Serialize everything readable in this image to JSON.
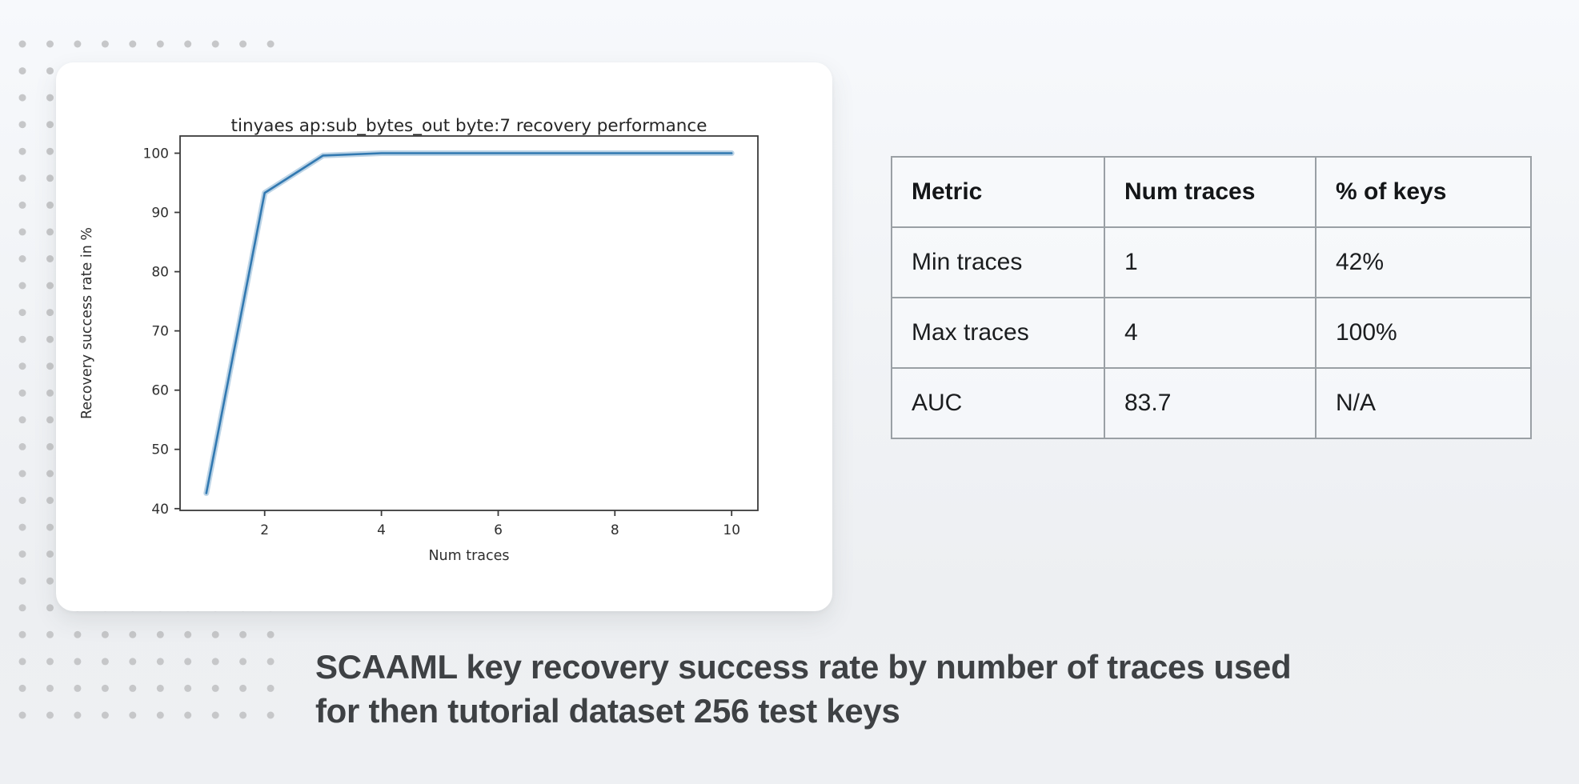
{
  "page": {
    "caption": {
      "line1": "SCAAML key recovery success rate by number of traces used",
      "line2": "for then tutorial dataset 256 test keys",
      "color": "#3e4144"
    },
    "accent_colors": {
      "line_blue": "#3279b1",
      "dot_gray": "#c6c7c9",
      "table_border_gray": "#9aa0a5"
    }
  },
  "metrics_table": {
    "headers": [
      "Metric",
      "Num traces",
      "% of keys"
    ],
    "rows": [
      [
        "Min traces",
        "1",
        "42%"
      ],
      [
        "Max traces",
        "4",
        "100%"
      ],
      [
        "AUC",
        "83.7",
        "N/A"
      ]
    ]
  },
  "chart_data": {
    "type": "line",
    "title": "tinyaes ap:sub_bytes_out byte:7 recovery performance",
    "xlabel": "Num traces",
    "ylabel": "Recovery success rate in %",
    "x": [
      1,
      2,
      3,
      4,
      5,
      6,
      7,
      8,
      9,
      10
    ],
    "series": [
      {
        "name": "recovery success rate",
        "values": [
          42.6,
          93.3,
          99.6,
          100,
          100,
          100,
          100,
          100,
          100,
          100
        ]
      }
    ],
    "xticks": [
      2,
      4,
      6,
      8,
      10
    ],
    "yticks": [
      40,
      50,
      60,
      70,
      80,
      90,
      100
    ],
    "xlim": [
      0.55,
      10.45
    ],
    "ylim": [
      39.7,
      102.9
    ],
    "grid": false,
    "legend_position": "none",
    "line_color": "#3279b1",
    "background": "#ffffff"
  }
}
